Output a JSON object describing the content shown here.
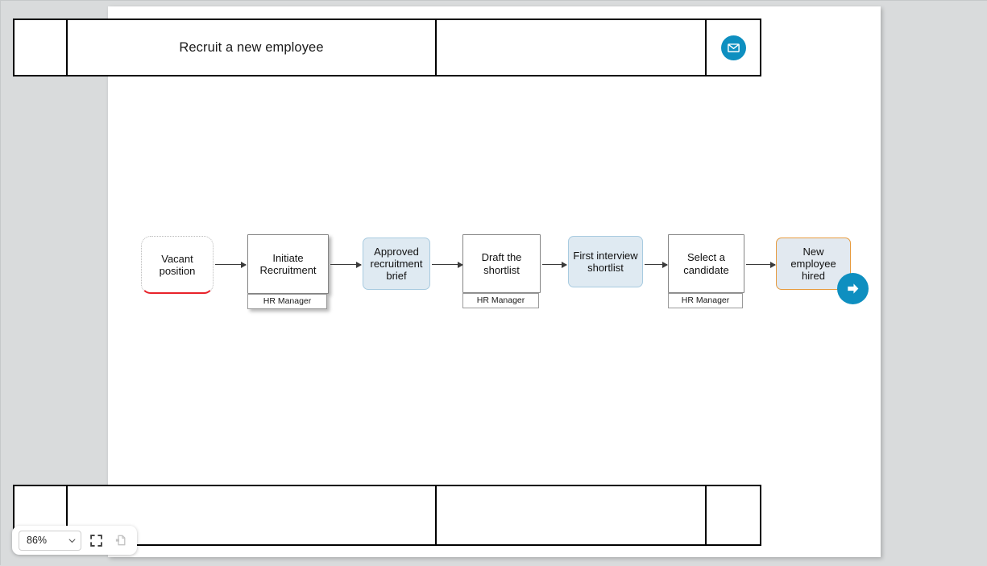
{
  "window": {
    "background_color": "#d9dbdc"
  },
  "page": {
    "background_color": "#ffffff"
  },
  "header": {
    "title": "Recruit a new employee",
    "cells": [
      "",
      "Recruit a new employee",
      "",
      ""
    ],
    "mail_icon": "envelope-icon",
    "accent_color": "#0e8fc0"
  },
  "footer": {
    "cells": [
      "",
      "",
      "",
      ""
    ]
  },
  "next_button": {
    "icon": "arrow-right-icon",
    "color": "#0e8fc0"
  },
  "diagram": {
    "type": "process-flow",
    "nodes": [
      {
        "id": "vacant-position",
        "label": "Vacant position",
        "kind": "start-event",
        "fill": "#ffffff",
        "border": "#b9b9b9",
        "accent": "#e8222a",
        "role": ""
      },
      {
        "id": "initiate-recruitment",
        "label": "Initiate Recruitment",
        "kind": "task",
        "fill": "#ffffff",
        "border": "#848484",
        "role": "HR Manager",
        "selected": true
      },
      {
        "id": "approved-recruitment-brief",
        "label": "Approved recruitment brief",
        "kind": "state",
        "fill": "#dfeaf2",
        "border": "#a8cbe0",
        "role": ""
      },
      {
        "id": "draft-the-shortlist",
        "label": "Draft the shortlist",
        "kind": "task",
        "fill": "#ffffff",
        "border": "#848484",
        "role": "HR Manager",
        "selected": false
      },
      {
        "id": "first-interview-shortlist",
        "label": "First interview shortlist",
        "kind": "state",
        "fill": "#dfeaf2",
        "border": "#a8cbe0",
        "role": ""
      },
      {
        "id": "select-a-candidate",
        "label": "Select a candidate",
        "kind": "task",
        "fill": "#ffffff",
        "border": "#848484",
        "role": "HR Manager",
        "selected": false
      },
      {
        "id": "new-employee-hired",
        "label": "New employee hired",
        "kind": "end-event",
        "fill": "#e2e9f0",
        "border": "#e79b3e",
        "role": ""
      }
    ],
    "connector_color": "#3a3a3a"
  },
  "zoom_toolbar": {
    "level": "86%",
    "chevron_icon": "chevron-down-icon",
    "fit_icon": "fit-screen-icon",
    "page_icon": "page-icon"
  }
}
